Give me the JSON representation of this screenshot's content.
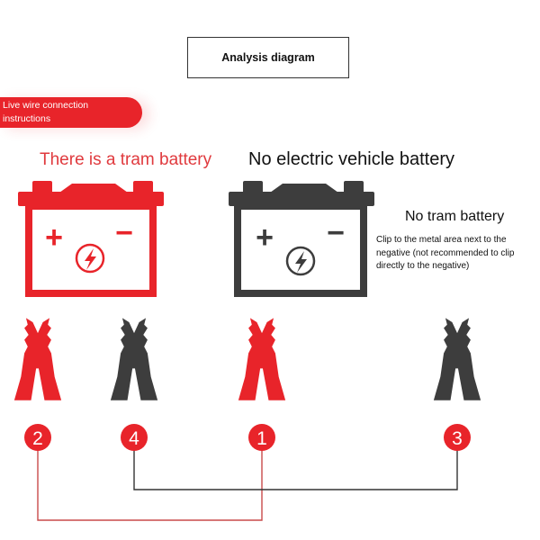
{
  "title": "Analysis diagram",
  "tag": {
    "line1": "Live wire connection",
    "line2": "instructions"
  },
  "left_heading": "There is a tram battery",
  "right_heading": "No electric vehicle battery",
  "no_tram_label": "No tram battery",
  "note": {
    "line1": "Clip to the metal area next to the",
    "line2": "negative (not recommended to clip",
    "line3": "directly to the negative)"
  },
  "batteries": [
    {
      "plus": "+",
      "minus": "−",
      "color": "#e8242a"
    },
    {
      "plus": "+",
      "minus": "−",
      "color": "#3d3d3d"
    }
  ],
  "clips": [
    {
      "number": "2",
      "clip_color": "#e8242a"
    },
    {
      "number": "4",
      "clip_color": "#3d3d3d"
    },
    {
      "number": "1",
      "clip_color": "#e8242a"
    },
    {
      "number": "3",
      "clip_color": "#3d3d3d"
    }
  ],
  "colors": {
    "red": "#e8242a",
    "dark": "#3d3d3d",
    "wire_red": "#c94a4a",
    "wire_dark": "#333333"
  },
  "icons": [
    "lightning-bolt-icon",
    "alligator-clip-icon"
  ]
}
